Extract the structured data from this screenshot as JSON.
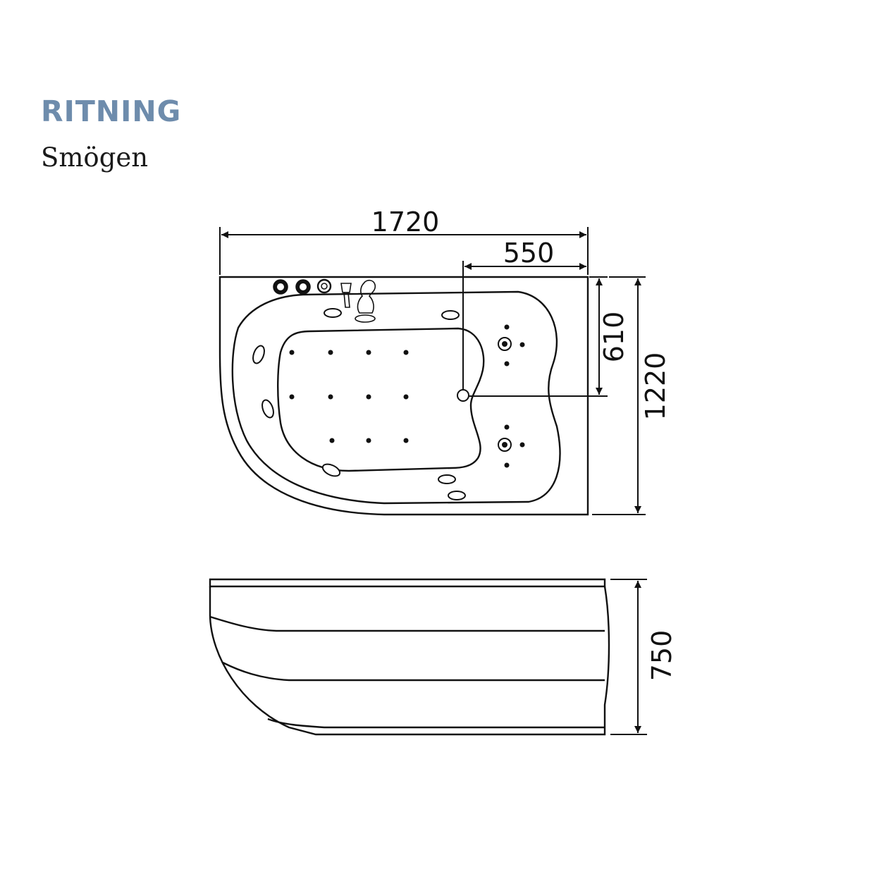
{
  "header": {
    "title": "RITNING",
    "subtitle": "Smögen"
  },
  "dimensions": {
    "length": "1720",
    "drain_offset": "550",
    "drain_depth": "610",
    "width": "1220",
    "height": "750"
  },
  "colors": {
    "title": "#6e8cac",
    "line": "#111111"
  }
}
